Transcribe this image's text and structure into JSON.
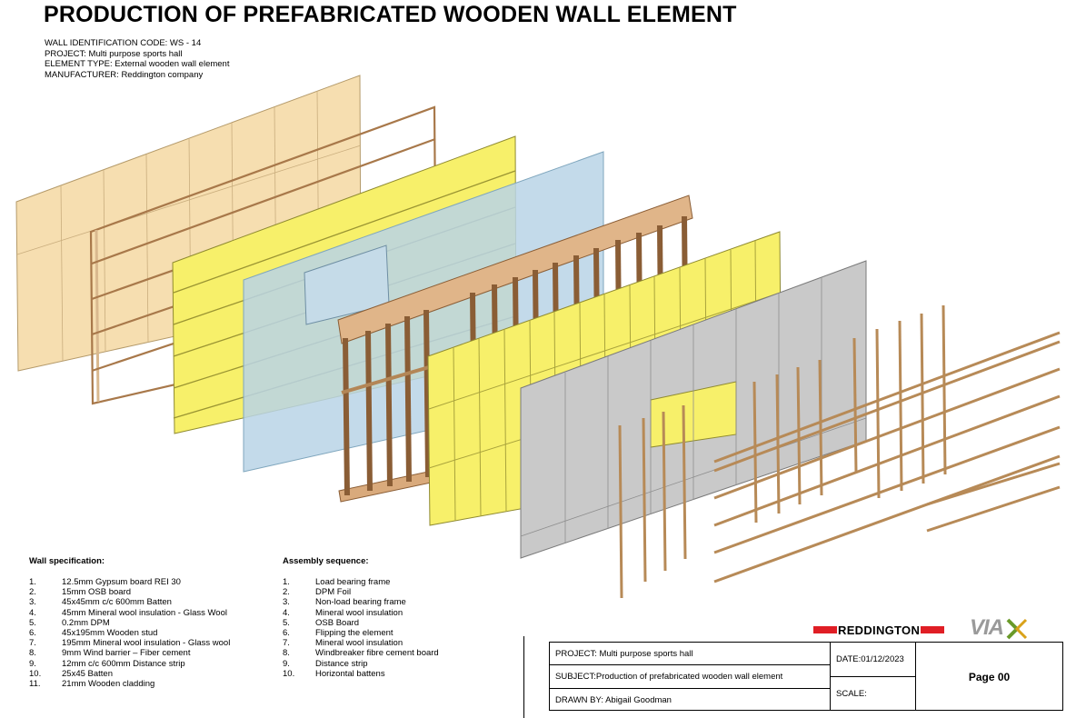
{
  "title": "PRODUCTION OF PREFABRICATED WOODEN WALL ELEMENT",
  "meta": {
    "wall_id": "WALL IDENTIFICATION CODE: WS - 14",
    "project": "PROJECT: Multi purpose sports hall",
    "element_type": "ELEMENT TYPE: External wooden wall element",
    "manufacturer": "MANUFACTURER: Reddington company"
  },
  "wall_spec": {
    "heading": "Wall specification:",
    "items": [
      {
        "num": "1.",
        "text": "12.5mm Gypsum board REI 30"
      },
      {
        "num": "2.",
        "text": "15mm OSB board"
      },
      {
        "num": "3.",
        "text": "45x45mm c/c 600mm Batten"
      },
      {
        "num": "4.",
        "text": "45mm Mineral wool insulation - Glass Wool"
      },
      {
        "num": "5.",
        "text": "0.2mm DPM"
      },
      {
        "num": "6.",
        "text": "45x195mm Wooden stud"
      },
      {
        "num": "7.",
        "text": "195mm Mineral wool insulation - Glass wool"
      },
      {
        "num": "8.",
        "text": "9mm Wind barrier – Fiber cement"
      },
      {
        "num": "9.",
        "text": "12mm c/c 600mm Distance strip"
      },
      {
        "num": "10.",
        "text": "25x45 Batten"
      },
      {
        "num": "11.",
        "text": "21mm Wooden cladding"
      }
    ]
  },
  "assembly": {
    "heading": "Assembly sequence:",
    "items": [
      {
        "num": "1.",
        "text": "Load bearing frame"
      },
      {
        "num": "2.",
        "text": "DPM Foil"
      },
      {
        "num": "3.",
        "text": "Non-load bearing frame"
      },
      {
        "num": "4.",
        "text": "Mineral wool insulation"
      },
      {
        "num": "5.",
        "text": "OSB Board"
      },
      {
        "num": "6.",
        "text": "Flipping the element"
      },
      {
        "num": "7.",
        "text": "Mineral wool insulation"
      },
      {
        "num": "8.",
        "text": "Windbreaker fibre cement board"
      },
      {
        "num": "9.",
        "text": "Distance strip"
      },
      {
        "num": "10.",
        "text": "Horizontal battens"
      }
    ]
  },
  "title_block": {
    "project": "PROJECT: Multi purpose sports hall",
    "subject": "SUBJECT:Production of prefabricated wooden wall element",
    "drawn_by": "DRAWN BY: Abigail Goodman",
    "date": "DATE:01/12/2023",
    "scale": "SCALE:",
    "page": "Page 00"
  },
  "logos": {
    "company": "REDDINGTON",
    "school": "VIA"
  },
  "colors": {
    "gypsum": "#f6deb0",
    "timber": "#c8955f",
    "insulation": "#f7f06a",
    "dpm": "#b8d4e6",
    "fiber_cement": "#c9c9c9",
    "logo_red": "#e01e25"
  }
}
